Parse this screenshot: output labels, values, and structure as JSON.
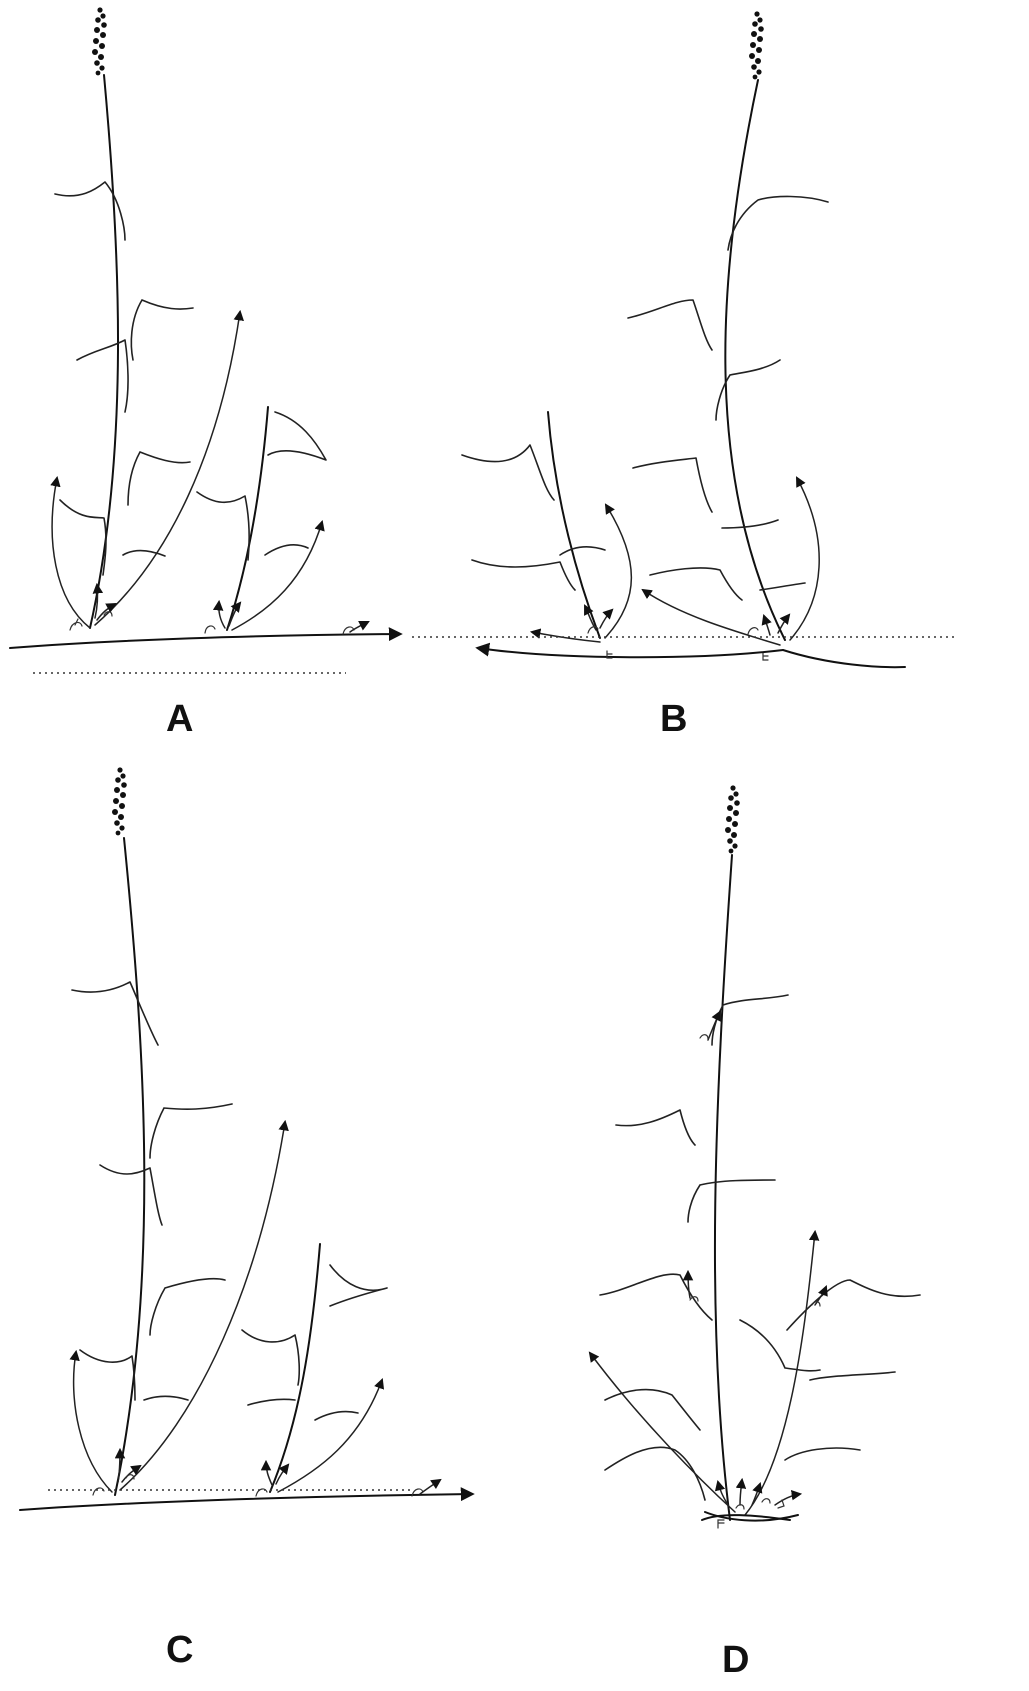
{
  "figure": {
    "panels": [
      {
        "id": "A",
        "label": "A"
      },
      {
        "id": "B",
        "label": "B"
      },
      {
        "id": "C",
        "label": "C"
      },
      {
        "id": "D",
        "label": "D"
      }
    ]
  },
  "colors": {
    "line": "#111111",
    "background": "#ffffff"
  }
}
